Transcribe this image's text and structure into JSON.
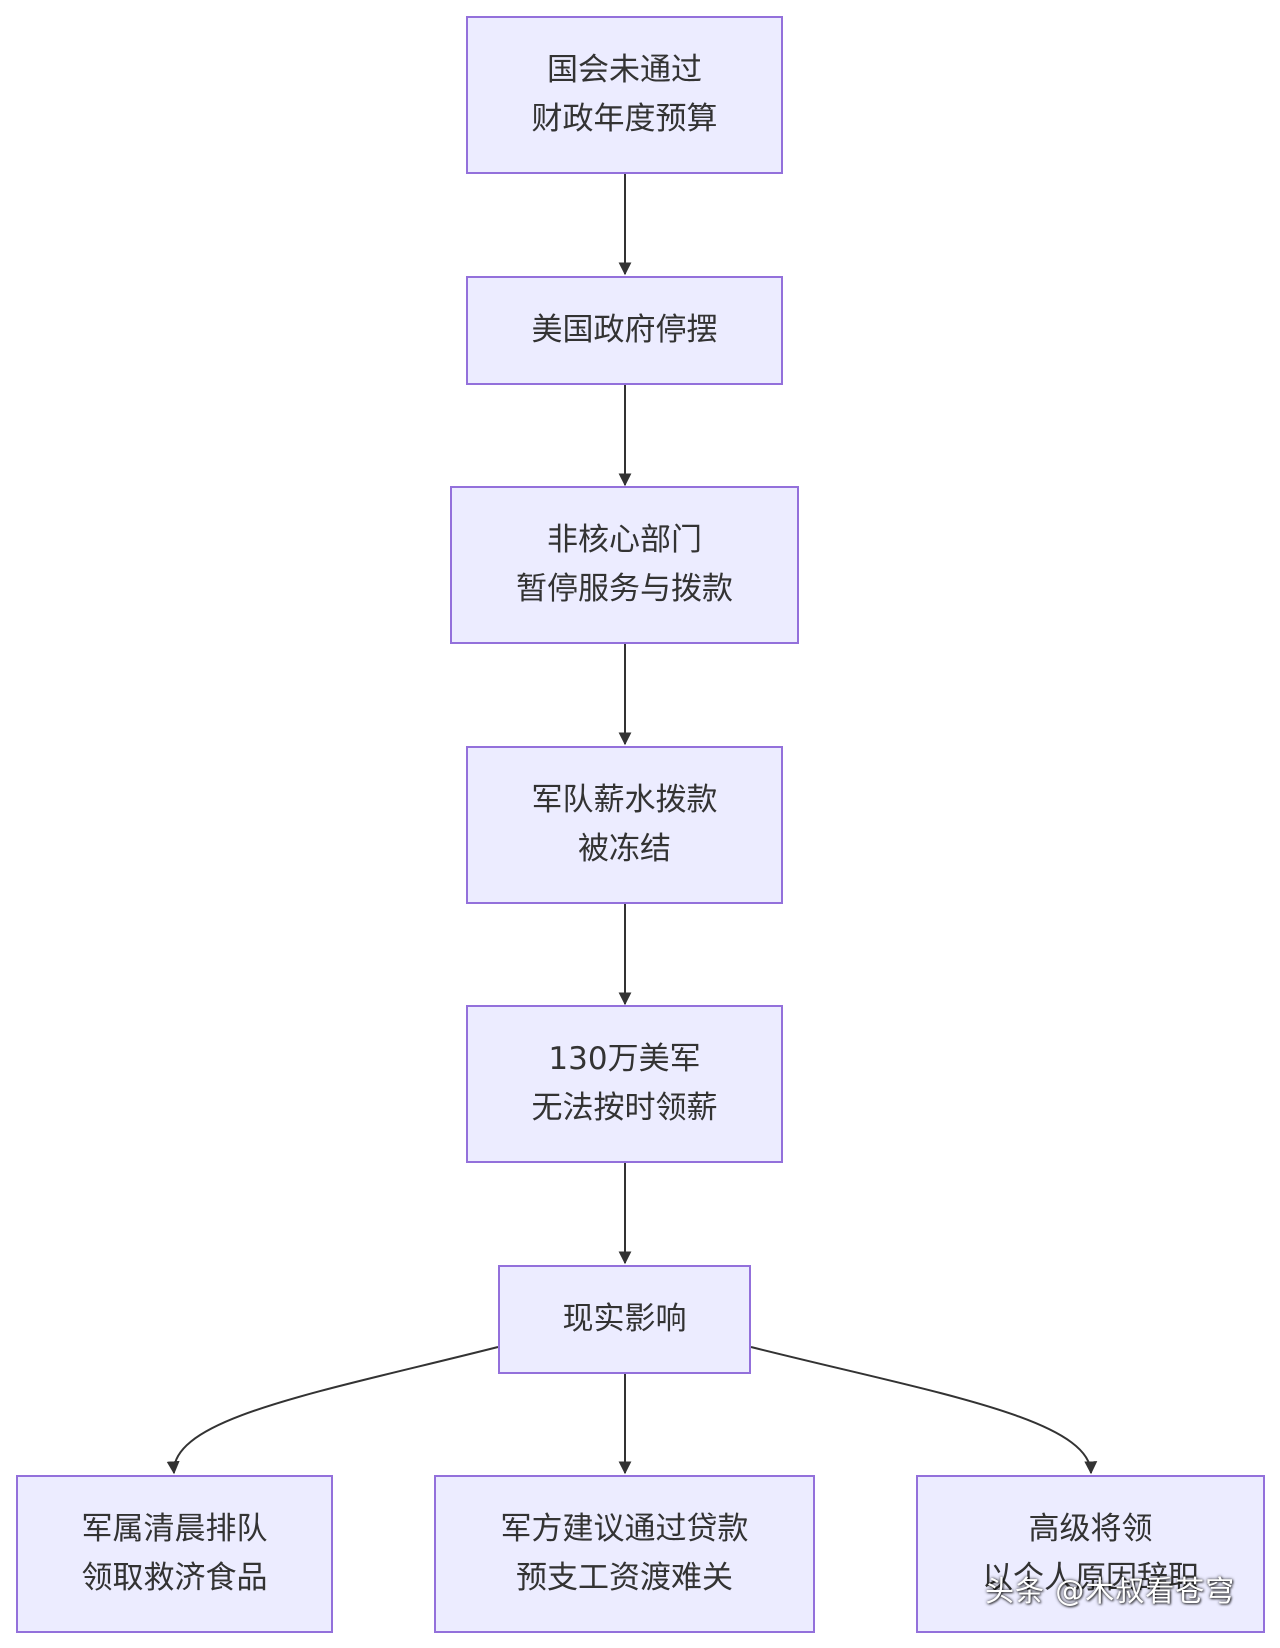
{
  "diagram": {
    "nodes": {
      "n1": {
        "lines": [
          "国会未通过",
          "财政年度预算"
        ]
      },
      "n2": {
        "lines": [
          "美国政府停摆"
        ]
      },
      "n3": {
        "lines": [
          "非核心部门",
          "暂停服务与拨款"
        ]
      },
      "n4": {
        "lines": [
          "军队薪水拨款",
          "被冻结"
        ]
      },
      "n5": {
        "lines": [
          "130万美军",
          "无法按时领薪"
        ]
      },
      "n6": {
        "lines": [
          "现实影响"
        ]
      },
      "n7": {
        "lines": [
          "军属清晨排队",
          "领取救济食品"
        ]
      },
      "n8": {
        "lines": [
          "军方建议通过贷款",
          "预支工资渡难关"
        ]
      },
      "n9": {
        "lines": [
          "高级将领",
          "以个人原因辞职"
        ]
      }
    },
    "edges": [
      {
        "from": "n1",
        "to": "n2"
      },
      {
        "from": "n2",
        "to": "n3"
      },
      {
        "from": "n3",
        "to": "n4"
      },
      {
        "from": "n4",
        "to": "n5"
      },
      {
        "from": "n5",
        "to": "n6"
      },
      {
        "from": "n6",
        "to": "n7"
      },
      {
        "from": "n6",
        "to": "n8"
      },
      {
        "from": "n6",
        "to": "n9"
      }
    ]
  },
  "watermark": "头条 @木叔看苍穹",
  "colors": {
    "node_fill": "#ECECFF",
    "node_border": "#9370DB",
    "edge": "#333333",
    "text": "#333333"
  }
}
